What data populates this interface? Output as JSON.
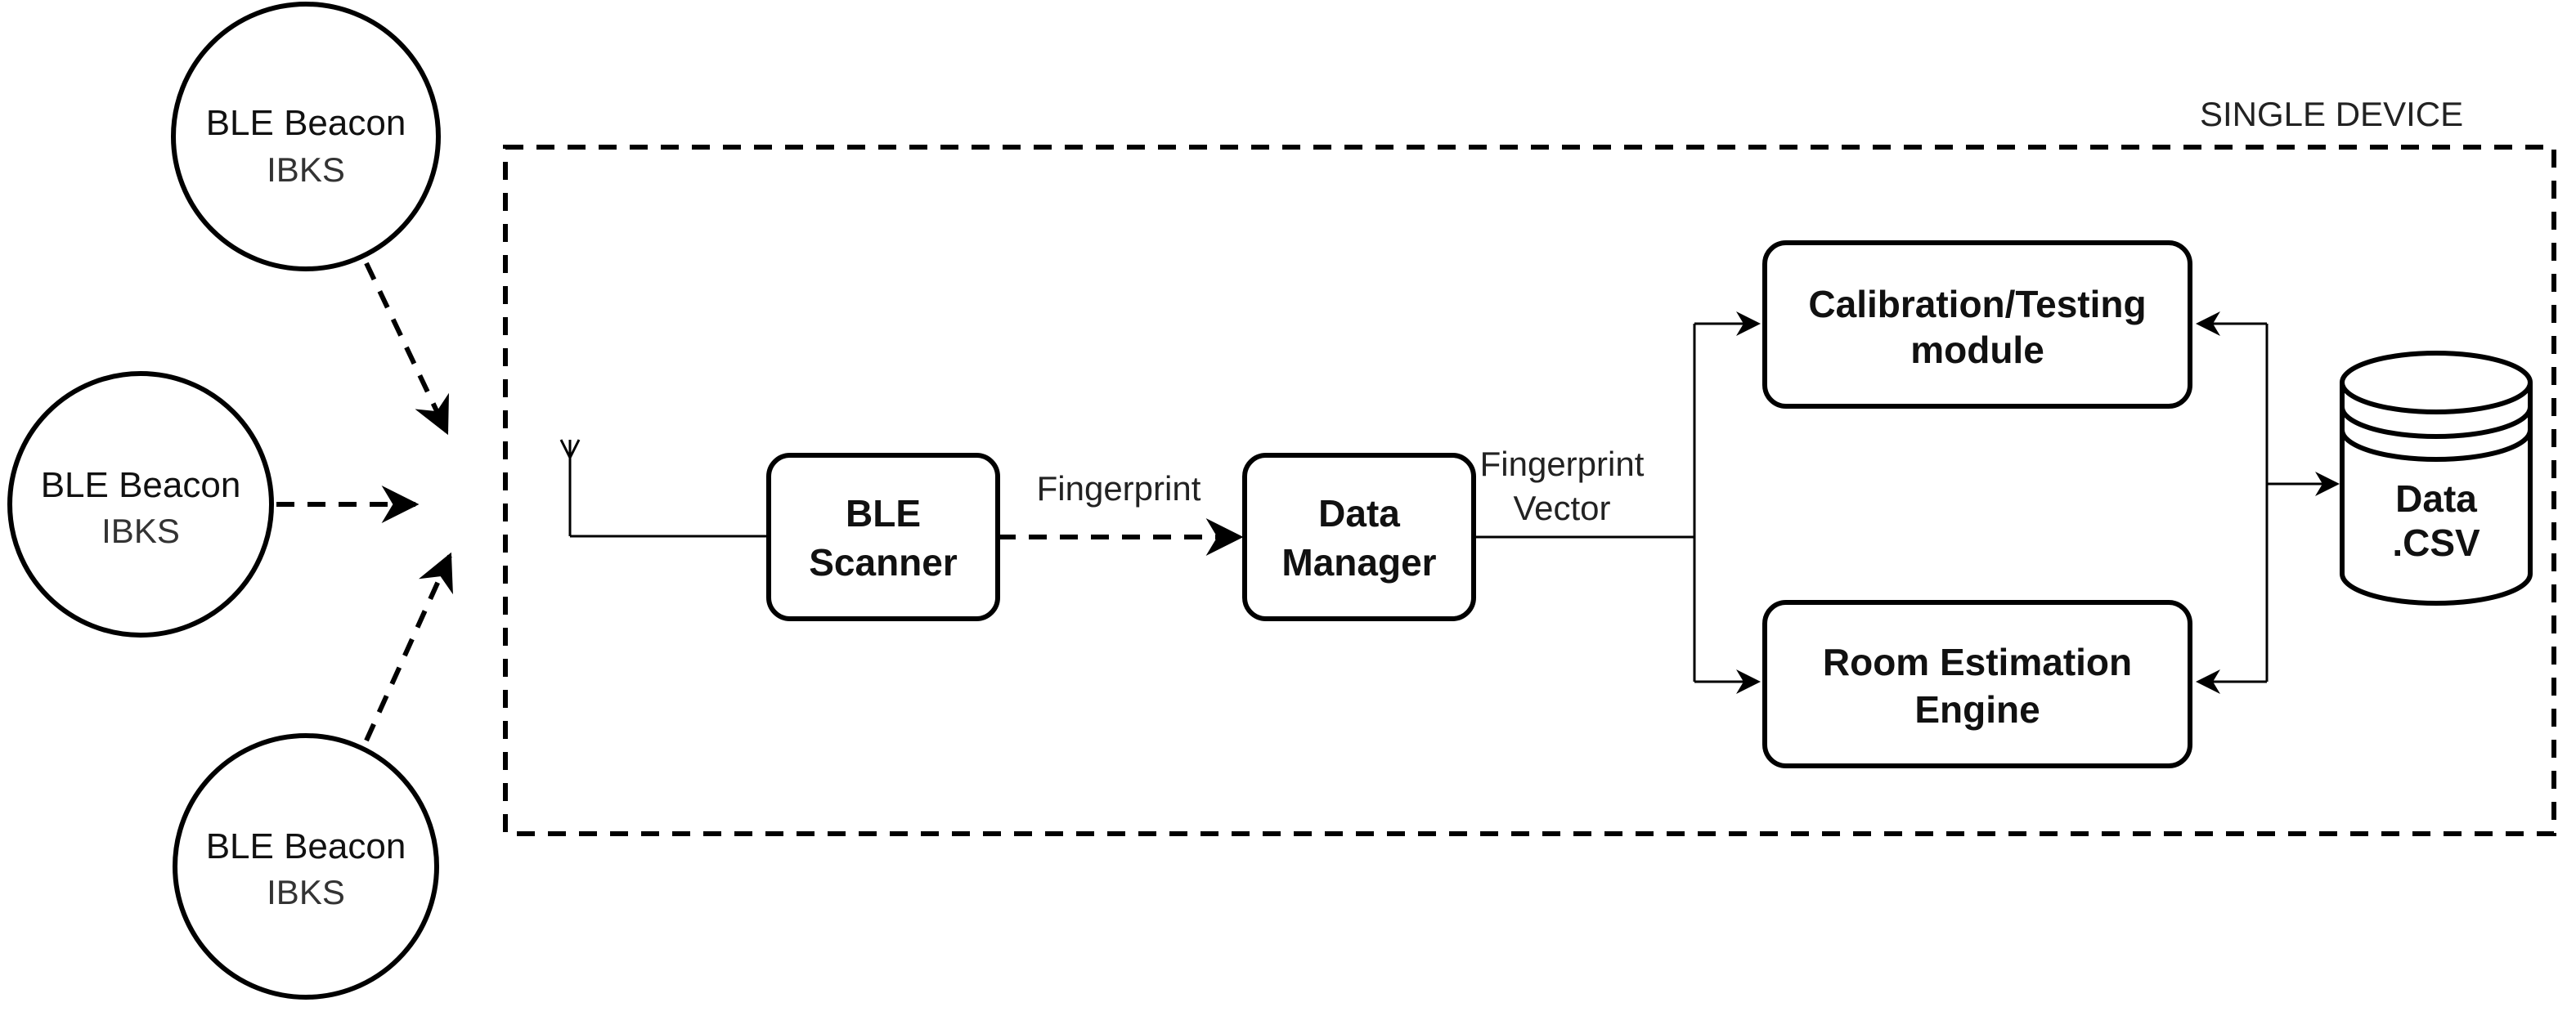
{
  "container": {
    "label": "SINGLE DEVICE"
  },
  "beacons": [
    {
      "title": "BLE Beacon",
      "subtitle": "IBKS"
    },
    {
      "title": "BLE Beacon",
      "subtitle": "IBKS"
    },
    {
      "title": "BLE Beacon",
      "subtitle": "IBKS"
    }
  ],
  "nodes": {
    "scanner": {
      "line1": "BLE",
      "line2": "Scanner"
    },
    "data_manager": {
      "line1": "Data",
      "line2": "Manager"
    },
    "calibration": {
      "line1": "Calibration/Testing",
      "line2": "module"
    },
    "room_engine": {
      "line1": "Room Estimation",
      "line2": "Engine"
    },
    "database": {
      "line1": "Data",
      "line2": ".CSV"
    }
  },
  "edges": {
    "scanner_to_manager": "Fingerprint",
    "manager_out_line1": "Fingerprint",
    "manager_out_line2": "Vector"
  }
}
